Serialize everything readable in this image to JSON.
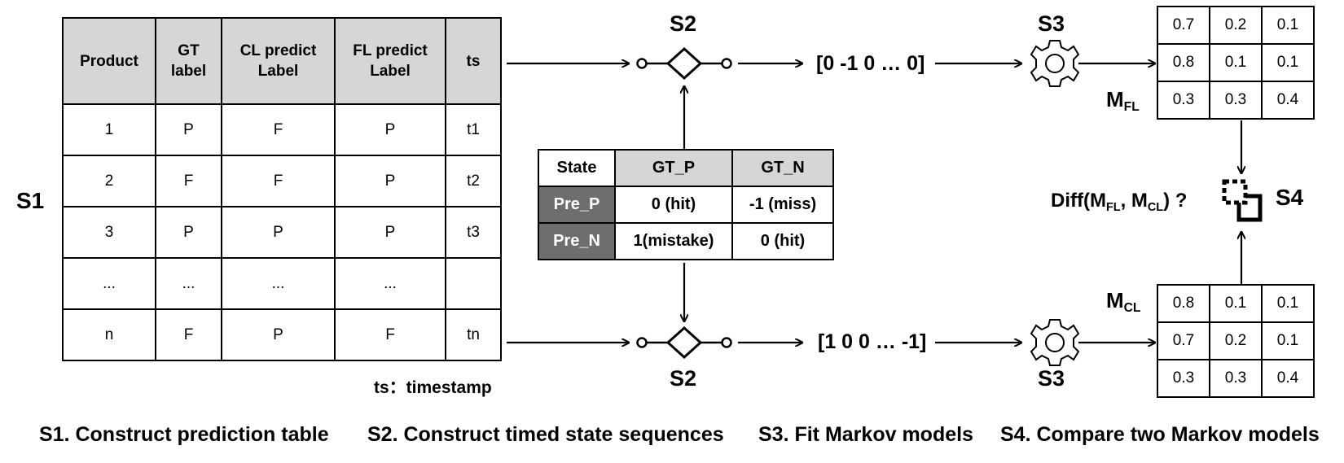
{
  "prediction_table": {
    "headers": [
      {
        "line1": "Product",
        "line2": ""
      },
      {
        "line1": "GT",
        "line2": "label"
      },
      {
        "line1": "CL predict",
        "line2": "Label"
      },
      {
        "line1": "FL predict",
        "line2": "Label"
      },
      {
        "line1": "ts",
        "line2": ""
      }
    ],
    "rows": [
      [
        "1",
        "P",
        "F",
        "P",
        "t1"
      ],
      [
        "2",
        "F",
        "F",
        "P",
        "t2"
      ],
      [
        "3",
        "P",
        "P",
        "P",
        "t3"
      ],
      [
        "...",
        "...",
        "...",
        "...",
        ""
      ],
      [
        "n",
        "F",
        "P",
        "F",
        "tn"
      ]
    ],
    "footnote": "ts：timestamp"
  },
  "state_table": {
    "corner": "State",
    "columns": [
      "GT_P",
      "GT_N"
    ],
    "rows": [
      {
        "label": "Pre_P",
        "cells": [
          "0 (hit)",
          "-1 (miss)"
        ]
      },
      {
        "label": "Pre_N",
        "cells": [
          "1(mistake)",
          "0 (hit)"
        ]
      }
    ]
  },
  "labels": {
    "s1": "S1",
    "s2_top": "S2",
    "s2_bottom": "S2",
    "s3_top": "S3",
    "s3_bottom": "S3",
    "s4": "S4",
    "seq_fl": "[0 -1 0 … 0]",
    "seq_cl": "[1 0 0 … -1]",
    "diff": {
      "prefix": "Diff(M",
      "sub1": "FL",
      "mid": ", M",
      "sub2": "CL",
      "suffix": ") ?"
    },
    "m_fl": {
      "base": "M",
      "sub": "FL"
    },
    "m_cl": {
      "base": "M",
      "sub": "CL"
    }
  },
  "matrices": {
    "m_fl": [
      [
        "0.7",
        "0.2",
        "0.1"
      ],
      [
        "0.8",
        "0.1",
        "0.1"
      ],
      [
        "0.3",
        "0.3",
        "0.4"
      ]
    ],
    "m_cl": [
      [
        "0.8",
        "0.1",
        "0.1"
      ],
      [
        "0.7",
        "0.2",
        "0.1"
      ],
      [
        "0.3",
        "0.3",
        "0.4"
      ]
    ]
  },
  "steps": [
    "S1. Construct prediction table",
    "S2. Construct timed state sequences",
    "S3. Fit Markov models",
    "S4. Compare two Markov models"
  ],
  "icons": [
    "gateway-icon",
    "gear-icon",
    "compare-icon"
  ]
}
